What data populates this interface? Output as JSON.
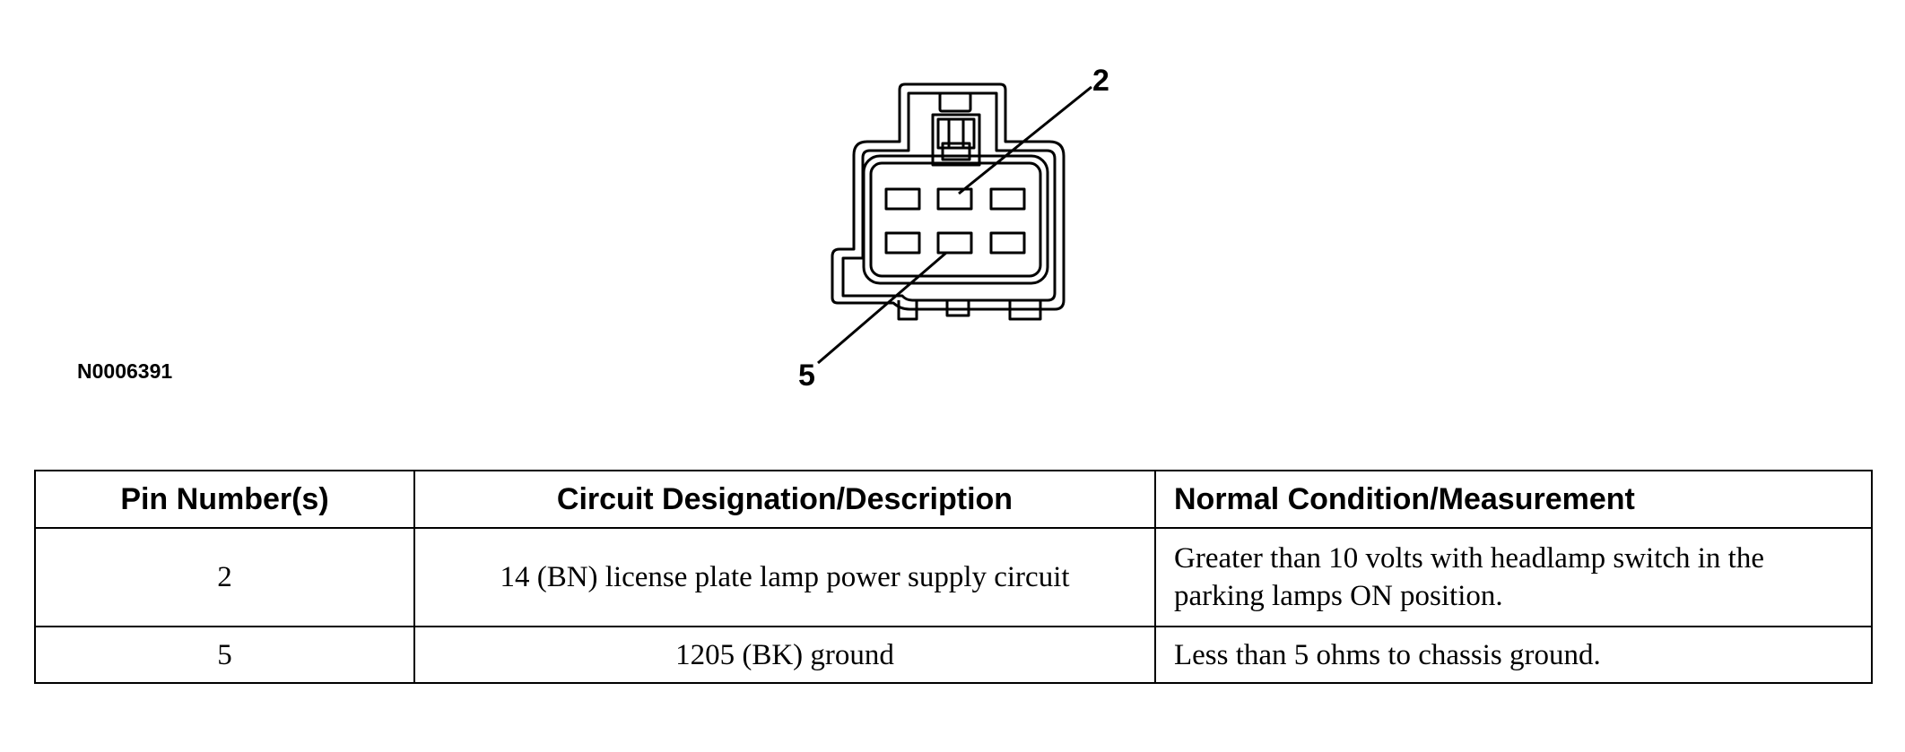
{
  "figure": {
    "id": "N0006391",
    "callouts": {
      "top": "2",
      "bottom": "5"
    }
  },
  "table": {
    "headers": [
      "Pin Number(s)",
      "Circuit Designation/Description",
      "Normal Condition/Measurement"
    ],
    "rows": [
      [
        "2",
        "14 (BN) license plate lamp power supply circuit",
        "Greater than 10 volts with headlamp switch in the parking lamps ON position."
      ],
      [
        "5",
        "1205 (BK) ground",
        "Less than 5 ohms to chassis ground."
      ]
    ]
  }
}
